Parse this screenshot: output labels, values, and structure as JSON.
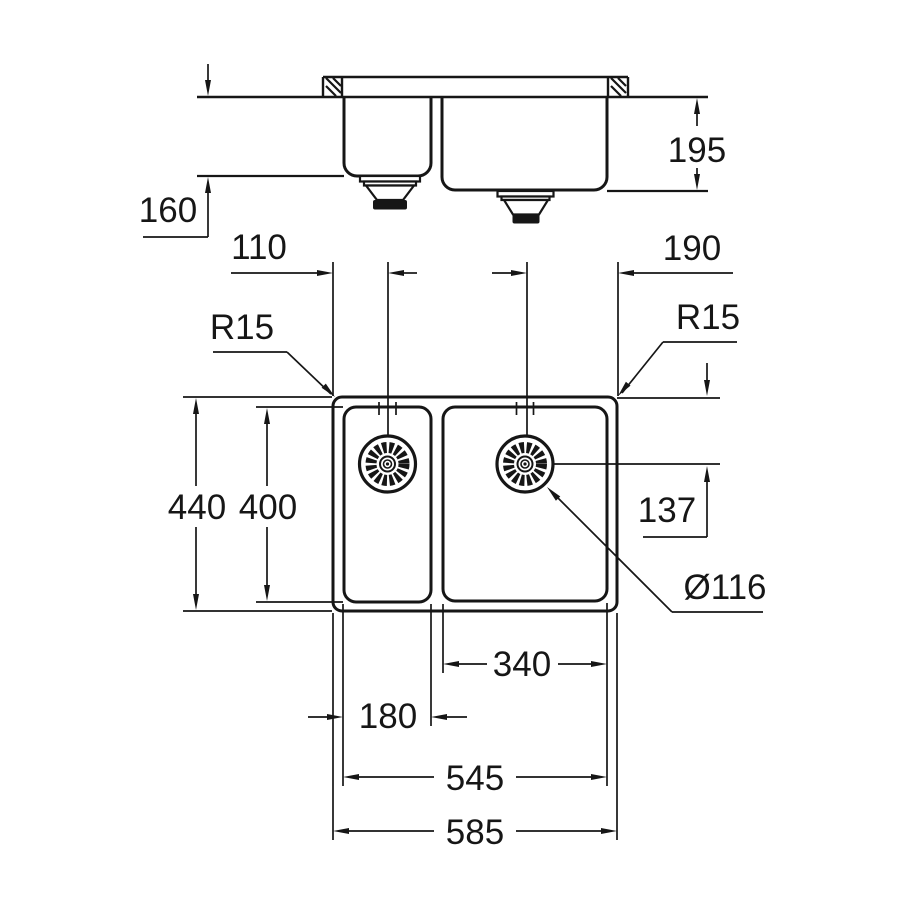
{
  "drawing": {
    "title": "double-bowl-undermount-sink-dimension-drawing",
    "units_implied": "mm",
    "labels": {
      "left_bowl_depth": "160",
      "right_bowl_depth": "195",
      "left_drain_offset": "110",
      "right_drain_offset": "190",
      "corner_radius": "R15",
      "overall_front_to_back": "440",
      "bowl_front_to_back": "400",
      "drain_center_from_edge": "137",
      "drain_diameter": "Ø116",
      "right_bowl_width": "340",
      "left_bowl_width": "180",
      "bowls_combined_width": "545",
      "overall_width": "585"
    },
    "line_color": "#161616",
    "background_color": "#ffffff"
  }
}
